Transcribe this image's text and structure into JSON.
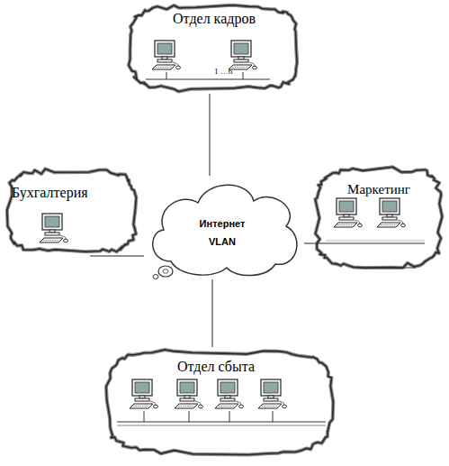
{
  "diagram": {
    "nodes": [
      {
        "text": [
          "Отдел кадров",
          "1 …6"
        ]
      },
      {
        "text": [
          "Бухгалтерия"
        ]
      },
      {
        "text": [
          "Интернет VLAN"
        ]
      },
      {
        "text": [
          "Маркетинг"
        ]
      },
      {
        "text": [
          "Отдел сбыта"
        ]
      }
    ],
    "edges": [
      {
        "from": 2,
        "to": 0,
        "arrow": "none"
      },
      {
        "from": 2,
        "to": 1,
        "arrow": "none"
      },
      {
        "from": 2,
        "to": 3,
        "arrow": "none"
      },
      {
        "from": 2,
        "to": 4,
        "arrow": "none"
      }
    ]
  }
}
